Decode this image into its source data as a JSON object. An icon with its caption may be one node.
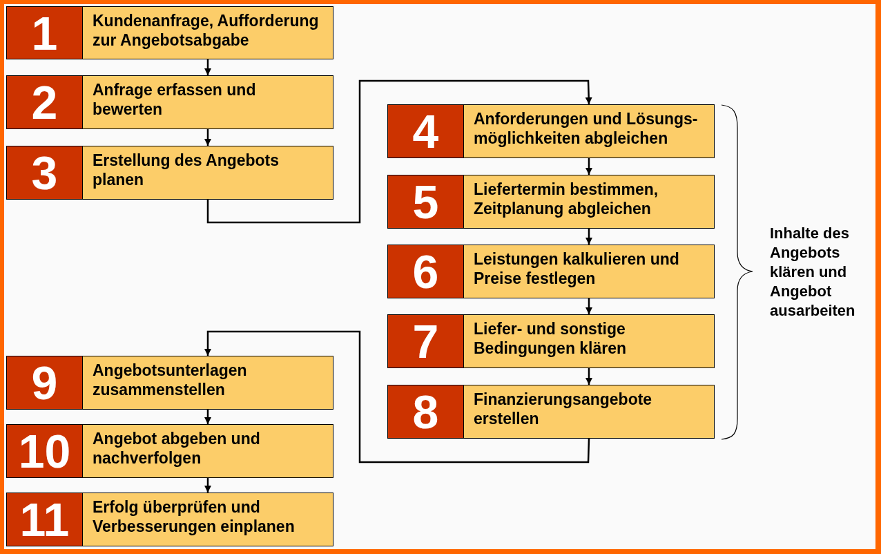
{
  "diagram": {
    "nodes": [
      {
        "text": [
          "1",
          "Kundenanfrage, Aufforderung zur Angebotsabgabe"
        ]
      },
      {
        "text": [
          "2",
          "Anfrage erfassen und bewerten"
        ]
      },
      {
        "text": [
          "3",
          "Erstellung des Angebots planen"
        ]
      },
      {
        "text": [
          "4",
          "Anforderungen und Lösungs- möglichkeiten abgleichen"
        ]
      },
      {
        "text": [
          "5",
          "Liefertermin bestimmen, Zeitplanung abgleichen"
        ]
      },
      {
        "text": [
          "6",
          "Leistungen kalkulieren und Preise festlegen"
        ]
      },
      {
        "text": [
          "7",
          "Liefer- und sonstige Bedingungen klären"
        ]
      },
      {
        "text": [
          "8",
          "Finanzierungsangebote erstellen"
        ]
      },
      {
        "text": [
          "9",
          "Angebotsunterlagen zusammenstellen"
        ]
      },
      {
        "text": [
          "10",
          "Angebot abgeben und nachverfolgen"
        ]
      },
      {
        "text": [
          "11",
          "Erfolg überprüfen und Verbesserungen einplanen"
        ]
      }
    ],
    "edges": [
      {
        "from": 0,
        "to": 1,
        "arrow": "to"
      },
      {
        "from": 1,
        "to": 2,
        "arrow": "to"
      },
      {
        "from": 2,
        "to": 3,
        "arrow": "to"
      },
      {
        "from": 3,
        "to": 4,
        "arrow": "to"
      },
      {
        "from": 4,
        "to": 5,
        "arrow": "to"
      },
      {
        "from": 5,
        "to": 6,
        "arrow": "to"
      },
      {
        "from": 6,
        "to": 7,
        "arrow": "to"
      },
      {
        "from": 7,
        "to": 8,
        "arrow": "to"
      },
      {
        "from": 8,
        "to": 9,
        "arrow": "to"
      },
      {
        "from": 9,
        "to": 10,
        "arrow": "to"
      }
    ],
    "labels": [
      "Inhalte des Angebots klären und Angebot ausarbeiten"
    ]
  }
}
